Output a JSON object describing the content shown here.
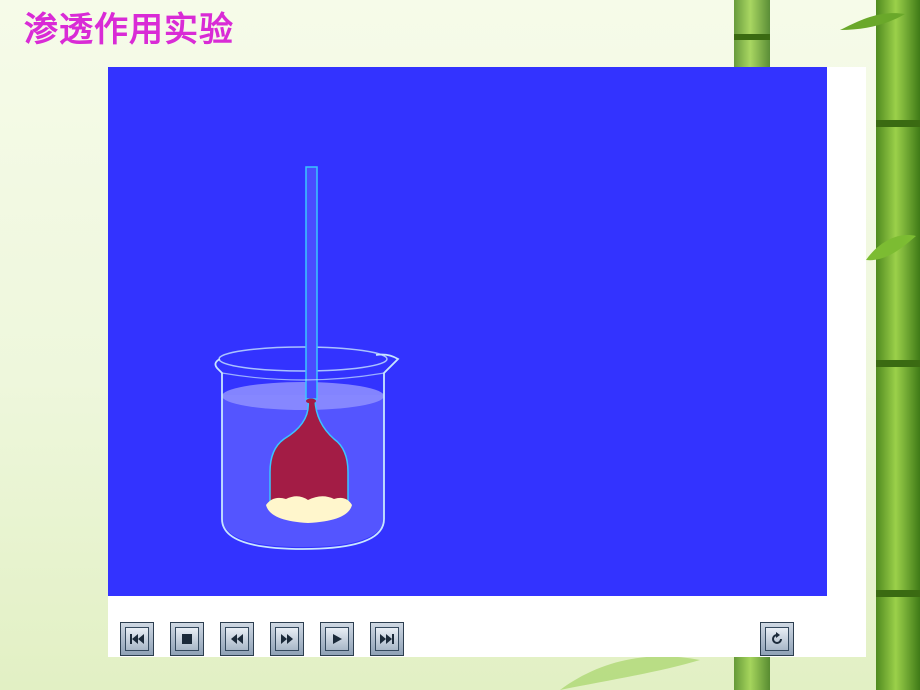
{
  "slide": {
    "title": "渗透作用实验"
  },
  "colors": {
    "title": "#d92bd6",
    "stage_background": "#3333ff",
    "beaker_outline": "#c8e6ff",
    "tube_outline": "#39c6ff",
    "sac_fill": "#a31c45",
    "sac_base": "#fff6cc"
  },
  "controls": [
    {
      "name": "rewind-to-start",
      "icon": "skip-back-icon"
    },
    {
      "name": "stop",
      "icon": "stop-icon"
    },
    {
      "name": "rewind",
      "icon": "rewind-icon"
    },
    {
      "name": "fast-forward",
      "icon": "fast-forward-icon"
    },
    {
      "name": "play",
      "icon": "play-icon"
    },
    {
      "name": "skip-to-end",
      "icon": "skip-forward-icon"
    },
    {
      "name": "loop",
      "icon": "loop-icon"
    }
  ]
}
